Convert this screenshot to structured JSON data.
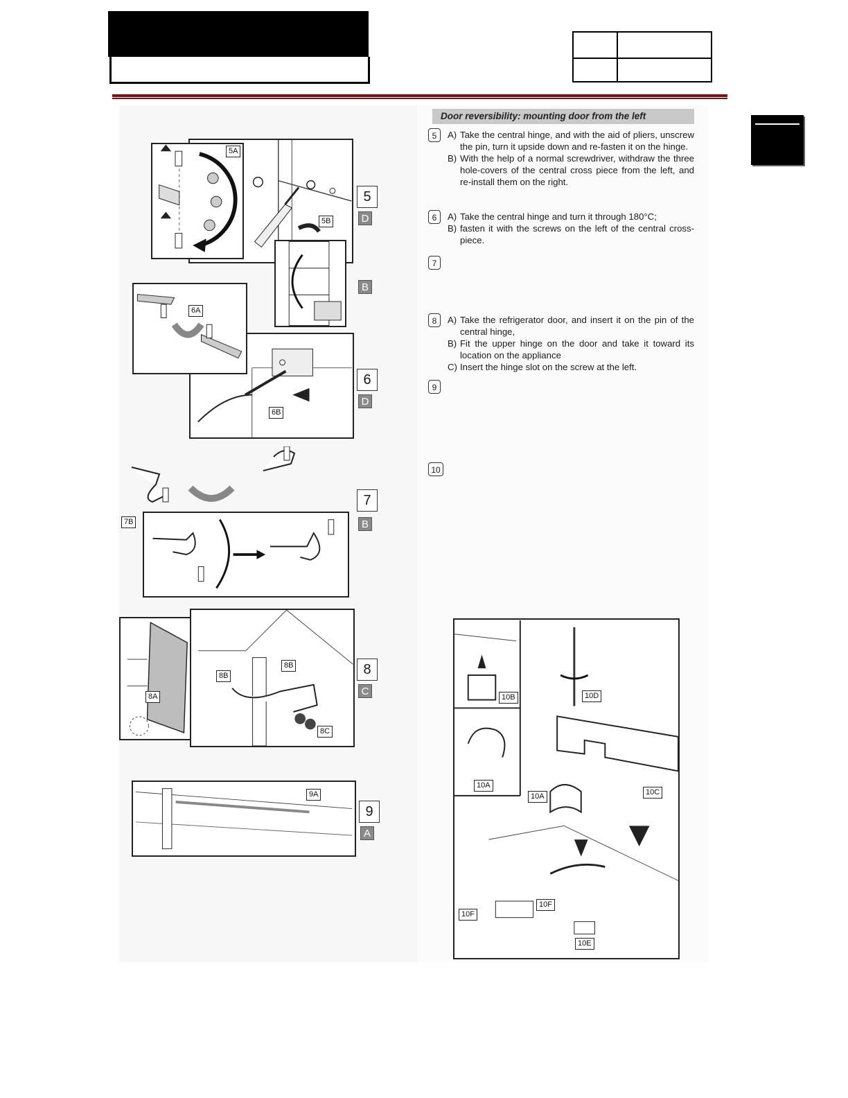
{
  "section_title": "Door reversibility: mounting door from the left",
  "steps": [
    {
      "num": "5",
      "items": [
        {
          "letter": "A)",
          "text": "Take the central hinge, and with the aid of pliers, unscrew the pin, turn it upside down and re-fasten it on the hinge."
        },
        {
          "letter": "B)",
          "text": "With the help of a normal screwdriver, withdraw the three hole-covers of the central cross piece from the left, and re-install them on the right."
        }
      ]
    },
    {
      "num": "6",
      "items": [
        {
          "letter": "A)",
          "text": "Take the central hinge and turn it through 180°C;"
        },
        {
          "letter": "B)",
          "text": "fasten it with the screws on the left of the central cross-piece."
        }
      ]
    },
    {
      "num": "7",
      "items": []
    },
    {
      "num": "8",
      "items": [
        {
          "letter": "A)",
          "text": "Take the refrigerator door, and insert it on the pin of the central hinge,"
        },
        {
          "letter": "B)",
          "text": "Fit the upper hinge on the door and take it toward its location on the appliance"
        },
        {
          "letter": "C)",
          "text": "Insert the hinge slot on the screw at the left."
        }
      ]
    },
    {
      "num": "9",
      "items": []
    },
    {
      "num": "10",
      "items": []
    }
  ],
  "figure_labels": {
    "fig5": {
      "a": "5A",
      "b": "5B",
      "num": "5",
      "letter": "D",
      "letter2": "B"
    },
    "fig6": {
      "a": "6A",
      "b": "6B",
      "num": "6",
      "letter": "D"
    },
    "fig7": {
      "b": "7B",
      "num": "7",
      "letter": "B"
    },
    "fig8": {
      "a": "8A",
      "b1": "8B",
      "b2": "8B",
      "c": "8C",
      "num": "8",
      "letter": "C"
    },
    "fig9": {
      "a": "9A",
      "num": "9",
      "letter": "A"
    },
    "fig10": {
      "a1": "10A",
      "a2": "10A",
      "b": "10B",
      "c": "10C",
      "d": "10D",
      "e": "10E",
      "f1": "10F",
      "f2": "10F"
    }
  }
}
